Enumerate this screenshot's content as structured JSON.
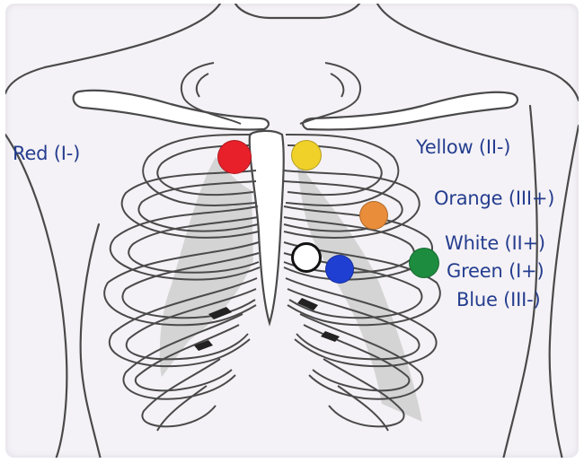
{
  "leads": [
    {
      "id": "red",
      "label": "Red (I-)",
      "color": "#e8202a"
    },
    {
      "id": "yellow",
      "label": "Yellow (II-)",
      "color": "#f0d12a"
    },
    {
      "id": "orange",
      "label": "Orange (III+)",
      "color": "#e98d3a"
    },
    {
      "id": "white",
      "label": "White (II+)",
      "color": "#ffffff"
    },
    {
      "id": "green",
      "label": "Green (I+)",
      "color": "#1e8c3f"
    },
    {
      "id": "blue",
      "label": "Blue (III-)",
      "color": "#1f3fd2"
    }
  ],
  "colors": {
    "background": "#f4f2f6",
    "outline": "#4a4a4a",
    "shading": "#d4d4d4",
    "label": "#253d8f"
  }
}
